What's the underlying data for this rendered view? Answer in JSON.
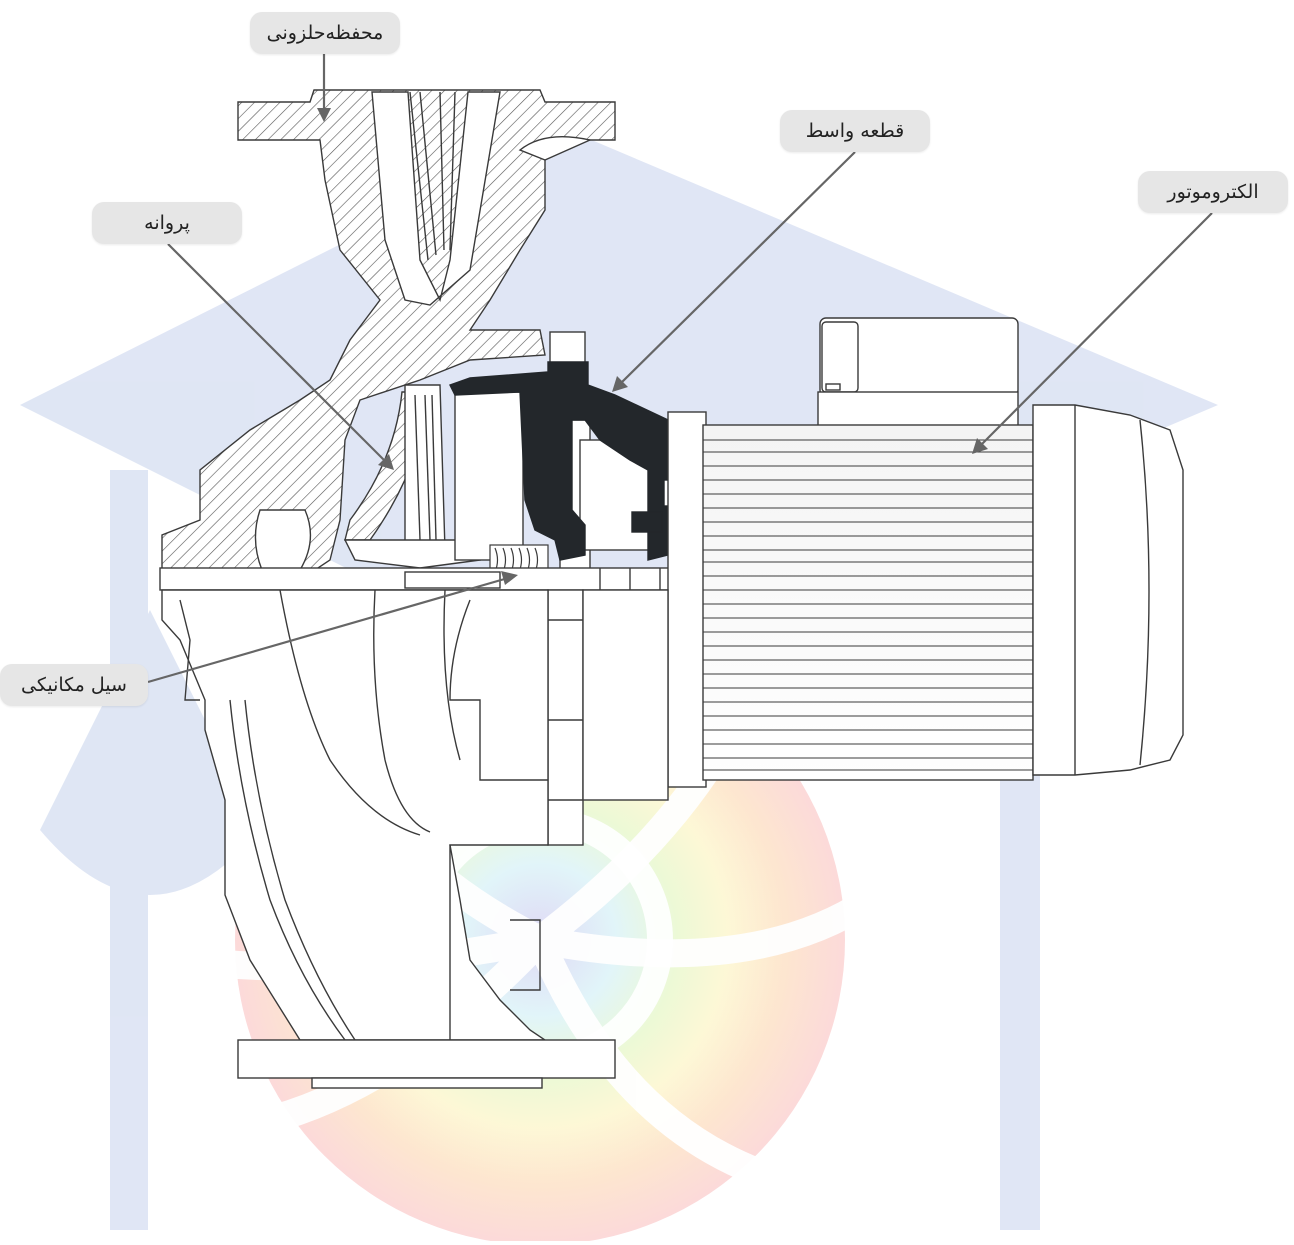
{
  "labels": {
    "volute": "محفظه‌حلزونی",
    "middle_piece": "قطعه واسط",
    "electromotor": "الکتروموتور",
    "impeller": "پروانه",
    "mechanical_seal": "سیل مکانیکی"
  },
  "colors": {
    "line": "#3a3a3a",
    "hatch": "#555555",
    "solid_part": "#23272b",
    "watermark_blue": "#d5def1",
    "leader": "#666666",
    "callout_bg": "#e6e6e6"
  }
}
